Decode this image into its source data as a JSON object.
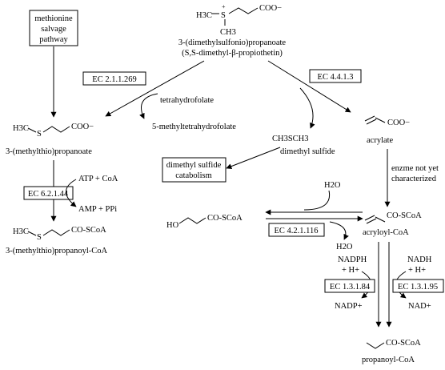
{
  "boxes": {
    "methionine_line1": "methionine",
    "methionine_line2": "salvage",
    "methionine_line3": "pathway",
    "dms_catabolism_line1": "dimethyl sulfide",
    "dms_catabolism_line2": "catabolism"
  },
  "compounds": {
    "dmsp_line1": "3-(dimethylsulfonio)propanoate",
    "dmsp_line2": "(S,S-dimethyl-β-propiothetin)",
    "dmsp_s_plus": "+",
    "dmsp_h3c": "H3C",
    "dmsp_s": "S",
    "dmsp_ch3": "CH3",
    "dmsp_coo": "COO−",
    "mtp_name": "3-(methylthio)propanoate",
    "mtp_h3c": "H3C",
    "mtp_s": "S",
    "mtp_coo": "COO−",
    "mtpcoa_name": "3-(methylthio)propanoyl-CoA",
    "mtpcoa_h3c": "H3C",
    "mtpcoa_s": "S",
    "mtpcoa_coscoa": "CO-SCoA",
    "dms_formula": "CH3SCH3",
    "dms_name": "dimethyl sulfide",
    "acrylate_coo": "COO−",
    "acrylate_name": "acrylate",
    "acryloylcoa_coscoa": "CO-SCoA",
    "acryloylcoa_name": "acryloyl-CoA",
    "hpcoa_ho": "HO",
    "hpcoa_coscoa": "CO-SCoA",
    "propanoylcoa_coscoa": "CO-SCoA",
    "propanoylcoa_name": "propanoyl-CoA"
  },
  "enzymes": {
    "ec_2_1_1_269": "EC 2.1.1.269",
    "ec_4_4_1_3": "EC 4.4.1.3",
    "ec_6_2_1_44": "EC 6.2.1.44",
    "ec_4_2_1_116": "EC 4.2.1.116",
    "ec_1_3_1_84": "EC 1.3.1.84",
    "ec_1_3_1_95": "EC 1.3.1.95"
  },
  "cofactors": {
    "thf": "tetrahydrofolate",
    "methyl_thf": "5-methyltetrahydrofolate",
    "atp_coa": "ATP + CoA",
    "amp_ppi": "AMP + PPi",
    "water_in": "H2O",
    "water_out": "H2O",
    "nadph_line1": "NADPH",
    "nadph_line2": "+ H+",
    "nadp": "NADP+",
    "nadh_line1": "NADH",
    "nadh_line2": "+ H+",
    "nad": "NAD+"
  },
  "notes": {
    "uncharacterized_line1": "enzme not yet",
    "uncharacterized_line2": "characterized"
  }
}
